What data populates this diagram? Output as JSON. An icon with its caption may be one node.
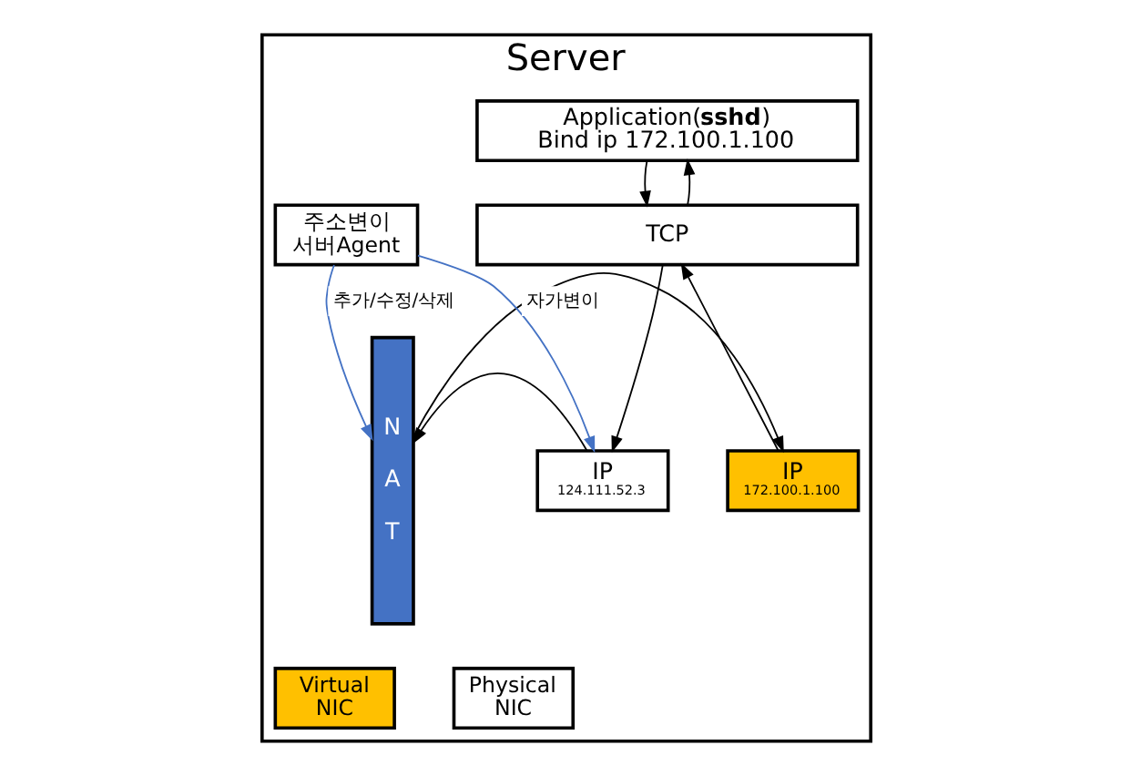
{
  "diagram": {
    "nodes": [
      {
        "text": [
          "Server"
        ]
      },
      {
        "text": [
          "Application(**sshd**)",
          "Bind ip 172.100.1.100"
        ],
        "in": 0
      },
      {
        "text": [
          "TCP"
        ],
        "in": 0
      },
      {
        "text": [
          "IP",
          "124.111.52.3"
        ],
        "in": 0
      },
      {
        "text": [
          "NAT"
        ],
        "in": 0
      },
      {
        "text": [
          "IP",
          "172.100.1.100"
        ],
        "in": 0
      },
      {
        "text": [
          "주소변이 서버Agent"
        ],
        "in": 0
      },
      {
        "text": [
          "Physical NIC"
        ],
        "in": 0
      },
      {
        "text": [
          "Virtual NIC"
        ],
        "in": 0
      }
    ],
    "edges": [
      {
        "from": 1,
        "to": 2,
        "arrow": "to"
      },
      {
        "from": 2,
        "to": 3,
        "arrow": "to"
      },
      {
        "from": 3,
        "to": 4,
        "arrow": "to"
      },
      {
        "from": 4,
        "to": 5,
        "arrow": "to"
      },
      {
        "from": 5,
        "to": 2,
        "arrow": "to"
      },
      {
        "from": 2,
        "to": 1,
        "arrow": "to"
      },
      {
        "from": 6,
        "to": 3,
        "arrow": "to",
        "label": "자가변이",
        "color": "#4472c4"
      },
      {
        "from": 6,
        "to": 4,
        "arrow": "to",
        "label": "추가/수정/삭제",
        "color": "#4472c4"
      }
    ]
  }
}
